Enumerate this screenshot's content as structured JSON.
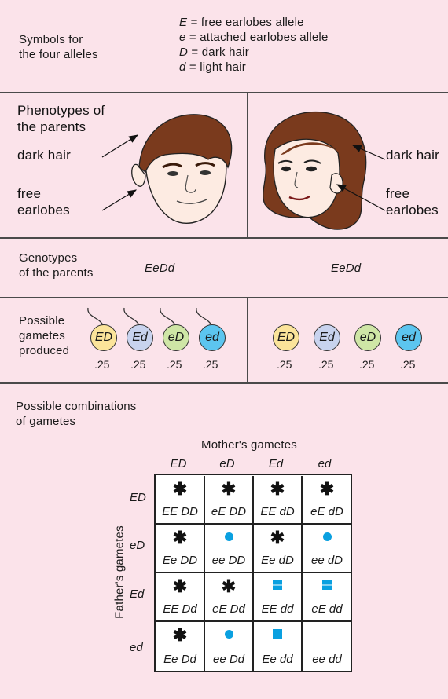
{
  "symbols": {
    "heading": [
      "Symbols for",
      "the four alleles"
    ],
    "list": [
      {
        "sym": "E",
        "text": "= free earlobes allele"
      },
      {
        "sym": "e",
        "text": "= attached earlobes allele"
      },
      {
        "sym": "D",
        "text": "= dark hair"
      },
      {
        "sym": "d",
        "text": "= light hair"
      }
    ]
  },
  "phenotypes": {
    "heading": [
      "Phenotypes of",
      "the parents"
    ],
    "father": {
      "hair": "dark hair",
      "ear": [
        "free",
        "earlobes"
      ]
    },
    "mother": {
      "hair": "dark hair",
      "ear": [
        "free",
        "earlobes"
      ]
    }
  },
  "genotypes": {
    "heading": [
      "Genotypes",
      "of the parents"
    ],
    "father": "EeDd",
    "mother": "EeDd"
  },
  "gametes": {
    "heading": [
      "Possible",
      "gametes",
      "produced"
    ],
    "items": [
      {
        "label": "ED",
        "prob": ".25",
        "color": "#fbe49a"
      },
      {
        "label": "Ed",
        "prob": ".25",
        "color": "#c8d3ee"
      },
      {
        "label": "eD",
        "prob": ".25",
        "color": "#cfe6a6"
      },
      {
        "label": "ed",
        "prob": ".25",
        "color": "#5cc5ef"
      }
    ]
  },
  "combinations": {
    "heading": [
      "Possible combinations",
      "of gametes"
    ],
    "mother_label": "Mother's gametes",
    "father_label": "Father's gametes",
    "columns": [
      "ED",
      "eD",
      "Ed",
      "ed"
    ],
    "rows": [
      "ED",
      "eD",
      "Ed",
      "ed"
    ],
    "cells": [
      [
        {
          "g": "EE DD",
          "s": "star"
        },
        {
          "g": "eE DD",
          "s": "star"
        },
        {
          "g": "EE dD",
          "s": "star"
        },
        {
          "g": "eE dD",
          "s": "star"
        }
      ],
      [
        {
          "g": "Ee DD",
          "s": "star"
        },
        {
          "g": "ee DD",
          "s": "dot"
        },
        {
          "g": "Ee dD",
          "s": "star"
        },
        {
          "g": "ee dD",
          "s": "dot"
        }
      ],
      [
        {
          "g": "EE Dd",
          "s": "star"
        },
        {
          "g": "eE Dd",
          "s": "star"
        },
        {
          "g": "EE dd",
          "s": "square"
        },
        {
          "g": "eE dd",
          "s": "square"
        }
      ],
      [
        {
          "g": "Ee Dd",
          "s": "star"
        },
        {
          "g": "ee Dd",
          "s": "dot"
        },
        {
          "g": "Ee dd",
          "s": "square"
        },
        {
          "g": "ee dd",
          "s": "none"
        }
      ]
    ]
  }
}
